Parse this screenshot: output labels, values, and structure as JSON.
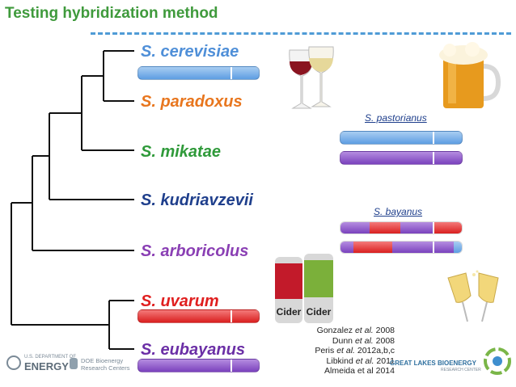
{
  "title": "Testing hybridization method",
  "species": [
    {
      "name": "S. cerevisiae",
      "color": "#4f8fd8"
    },
    {
      "name": "S. paradoxus",
      "color": "#e8761e"
    },
    {
      "name": "S. mikatae",
      "color": "#2f9a3a"
    },
    {
      "name": "S. kudriavzevii",
      "color": "#1f3f8c"
    },
    {
      "name": "S. arboricolus",
      "color": "#8a3fb4"
    },
    {
      "name": "S. uvarum",
      "color": "#e01f1f"
    },
    {
      "name": "S. eubayanus",
      "color": "#7c3fb0"
    }
  ],
  "hybrids": {
    "pastorianus": "S. pastorianus",
    "bayanus": "S. bayanus"
  },
  "references": [
    {
      "pre": "Gonzalez ",
      "em": "et al.",
      "post": " 2008"
    },
    {
      "pre": "Dunn ",
      "em": "et al.",
      "post": " 2008"
    },
    {
      "pre": "Peris ",
      "em": "et al.",
      "post": " 2012a,b,c"
    },
    {
      "pre": "Libkind ",
      "em": "et al.",
      "post": " 2011"
    },
    {
      "pre": "Almeida et al 2014",
      "em": "",
      "post": ""
    }
  ],
  "logos": {
    "energy_small": "U.S. DEPARTMENT OF",
    "energy": "ENERGY",
    "doe_line1": "DOE Bioenergy",
    "doe_line2": "Research Centers",
    "glbrc_line1": "GREAT LAKES BIOENERGY",
    "glbrc_line2": "RESEARCH CENTER"
  },
  "cider_text": "Cider",
  "colors": {
    "title_green": "#3f9a3c",
    "dash_blue": "#4f9bd6",
    "chromosome_blue": "#6aa9e6",
    "chromosome_red": "#e53232",
    "chromosome_purple": "#8b55c8"
  },
  "icons": [
    "wine-glasses-icon",
    "beer-mug-icon",
    "cider-cans-icon",
    "champagne-glasses-icon"
  ]
}
